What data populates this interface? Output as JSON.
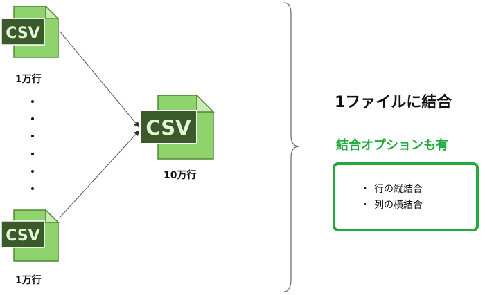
{
  "source_files": [
    {
      "icon_text": "CSV",
      "label": "1万行"
    },
    {
      "icon_text": "CSV",
      "label": "1万行"
    }
  ],
  "result_file": {
    "icon_text": "CSV",
    "label": "10万行"
  },
  "ellipsis": [
    "・",
    "・",
    "・",
    "・",
    "・",
    "・"
  ],
  "title": "1ファイルに結合",
  "subtitle": "結合オプションも有",
  "options": [
    {
      "bullet": "・",
      "text": "行の縦結合"
    },
    {
      "bullet": "・",
      "text": "列の横結合"
    }
  ],
  "colors": {
    "accent_green": "#1fab3c",
    "file_body": "#8ed36b",
    "file_fold": "#c9eab3",
    "csv_badge": "#3a5a2a",
    "csv_text": "#e6f5da"
  }
}
